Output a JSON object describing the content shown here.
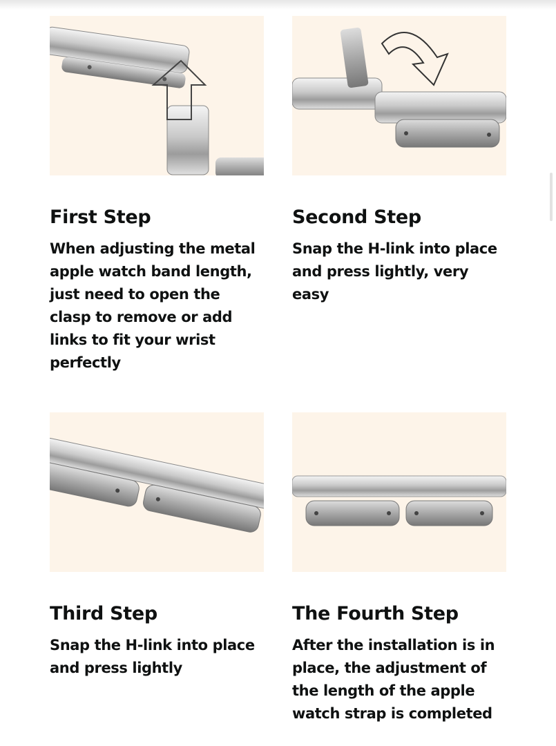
{
  "steps": [
    {
      "title": "First Step",
      "text": "When adjusting the metal apple watch band length, just need to open the clasp to remove or add links to fit your wrist perfectly",
      "image": "open-clasp-illustration"
    },
    {
      "title": "Second Step",
      "text": "Snap the H-link into place and press lightly, very easy",
      "image": "snap-h-link-illustration"
    },
    {
      "title": "Third Step",
      "text": "Snap the H-link into place and press lightly",
      "image": "press-link-illustration"
    },
    {
      "title": "The Fourth Step",
      "text": "After the installation is in place, the adjustment of the length of the apple watch strap is completed",
      "image": "completed-band-illustration"
    }
  ],
  "colors": {
    "image_bg": "#fdf4e9",
    "text": "#0f1111"
  }
}
